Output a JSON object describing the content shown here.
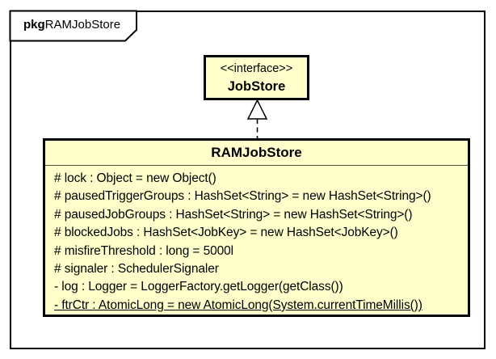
{
  "diagram": {
    "kind": "uml-package-class-diagram",
    "package": {
      "keyword": "pkg",
      "name": "RAMJobStore"
    },
    "interface": {
      "stereotype": "<<interface>>",
      "name": "JobStore"
    },
    "class": {
      "name": "RAMJobStore",
      "attributes": [
        {
          "text": "# lock : Object = new Object()",
          "static": false
        },
        {
          "text": "# pausedTriggerGroups : HashSet<String> = new HashSet<String>()",
          "static": false
        },
        {
          "text": "# pausedJobGroups : HashSet<String> = new HashSet<String>()",
          "static": false
        },
        {
          "text": "# blockedJobs : HashSet<JobKey> = new HashSet<JobKey>()",
          "static": false
        },
        {
          "text": "# misfireThreshold : long = 5000l",
          "static": false
        },
        {
          "text": "# signaler : SchedulerSignaler",
          "static": false
        },
        {
          "text": "- log : Logger = LoggerFactory.getLogger(getClass())",
          "static": false
        },
        {
          "text": "- ftrCtr : AtomicLong = new AtomicLong(System.currentTimeMillis())",
          "static": true
        }
      ]
    },
    "relationship": {
      "type": "realization",
      "from": "RAMJobStore",
      "to": "JobStore"
    },
    "colors": {
      "node_fill": "#FFFFCC",
      "border": "#000000",
      "background": "#FFFFFF"
    }
  }
}
